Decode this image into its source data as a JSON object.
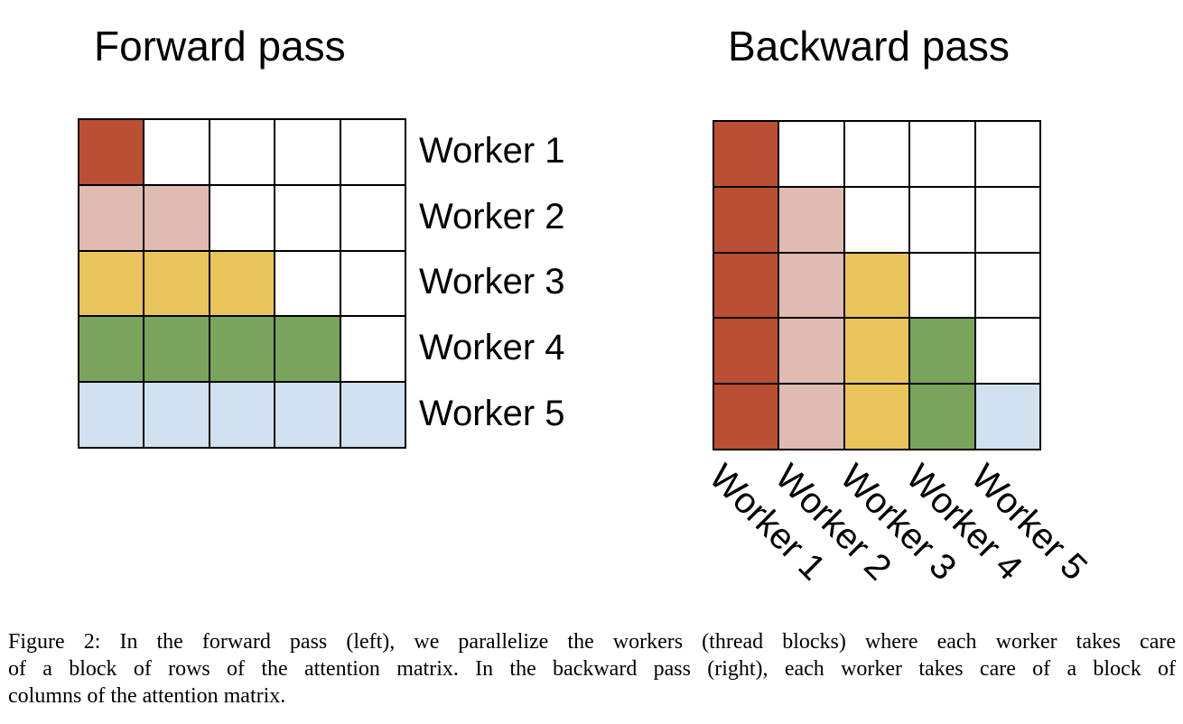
{
  "figure": {
    "forward": {
      "title": "Forward pass",
      "worker_labels": [
        "Worker 1",
        "Worker 2",
        "Worker 3",
        "Worker 4",
        "Worker 5"
      ],
      "cells": [
        [
          1,
          0,
          0,
          0,
          0
        ],
        [
          2,
          2,
          0,
          0,
          0
        ],
        [
          3,
          3,
          3,
          0,
          0
        ],
        [
          4,
          4,
          4,
          4,
          0
        ],
        [
          5,
          5,
          5,
          5,
          5
        ]
      ]
    },
    "backward": {
      "title": "Backward pass",
      "worker_labels": [
        "Worker 1",
        "Worker 2",
        "Worker 3",
        "Worker 4",
        "Worker 5"
      ],
      "cells": [
        [
          1,
          0,
          0,
          0,
          0
        ],
        [
          1,
          2,
          0,
          0,
          0
        ],
        [
          1,
          2,
          3,
          0,
          0
        ],
        [
          1,
          2,
          3,
          4,
          0
        ],
        [
          1,
          2,
          3,
          4,
          5
        ]
      ]
    },
    "grid_size": 5,
    "worker_colors": [
      "#FFFFFF",
      "#BB4F33",
      "#E0BBB2",
      "#E9C45A",
      "#7AA35C",
      "#D2E1F0"
    ],
    "grid_border_color": "#000000",
    "caption_lines": [
      "Figure 2: In the forward pass (left), we parallelize the workers (thread blocks) where each worker takes care",
      "of a block of rows of the attention matrix. In the backward pass (right), each worker takes care of a block of",
      "columns of the attention matrix."
    ]
  }
}
